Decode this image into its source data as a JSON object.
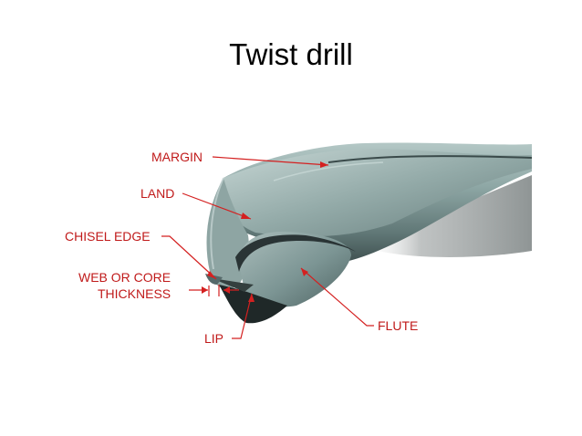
{
  "slide": {
    "title": "Twist drill"
  },
  "diagram": {
    "labels": {
      "margin": "MARGIN",
      "land": "LAND",
      "chisel_edge": "CHISEL EDGE",
      "web_line1": "WEB OR CORE",
      "web_line2": "THICKNESS",
      "flute": "FLUTE",
      "lip": "LIP"
    },
    "colors": {
      "label": "#c01a1a",
      "leader": "#d42020",
      "drill_body": "#7e9897",
      "drill_dark": "#2a3435",
      "shadow": "#9aa0a0"
    }
  }
}
